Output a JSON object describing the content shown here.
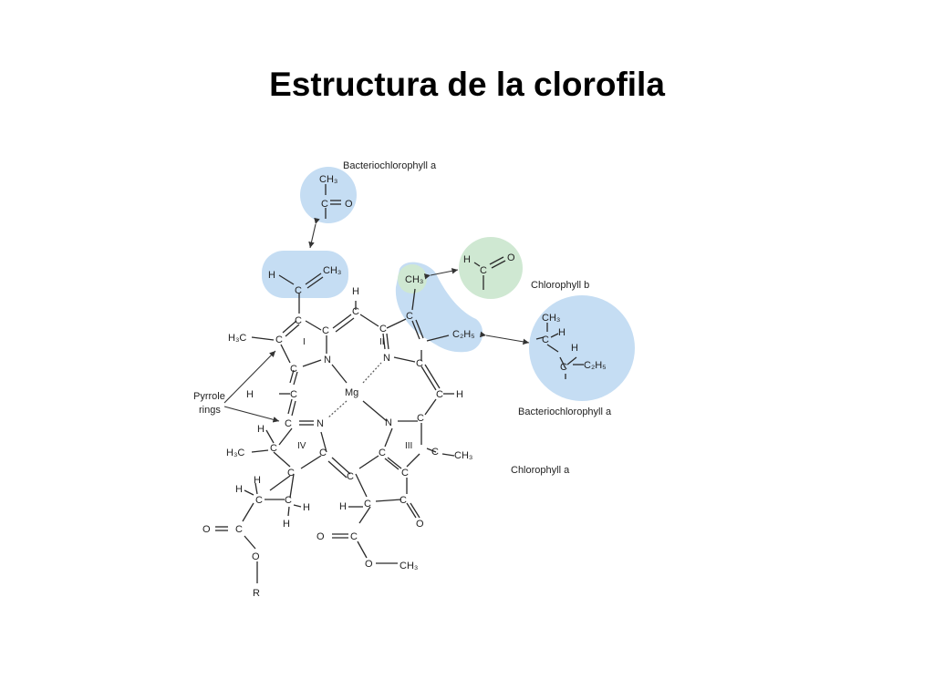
{
  "title": "Estructura de la clorofila",
  "colors": {
    "blue_highlight": "#c5ddf3",
    "green_highlight": "#cfe8d2",
    "ink": "#222222"
  },
  "diagram": {
    "callouts": {
      "bchl_top": "Bacteriochlorophyll a",
      "chl_b": "Chlorophyll b",
      "bchl_right": "Bacteriochlorophyll a",
      "chl_a": "Chlorophyll a",
      "pyrrole_line1": "Pyrrole",
      "pyrrole_line2": "rings"
    },
    "rings": [
      "I",
      "II",
      "III",
      "IV"
    ],
    "metal": "Mg",
    "atoms": {
      "C": "C",
      "N": "N",
      "H": "H",
      "O": "O",
      "R": "R",
      "CH3": "CH₃",
      "H3C": "H₃C",
      "C2H5": "C₂H₅"
    }
  }
}
